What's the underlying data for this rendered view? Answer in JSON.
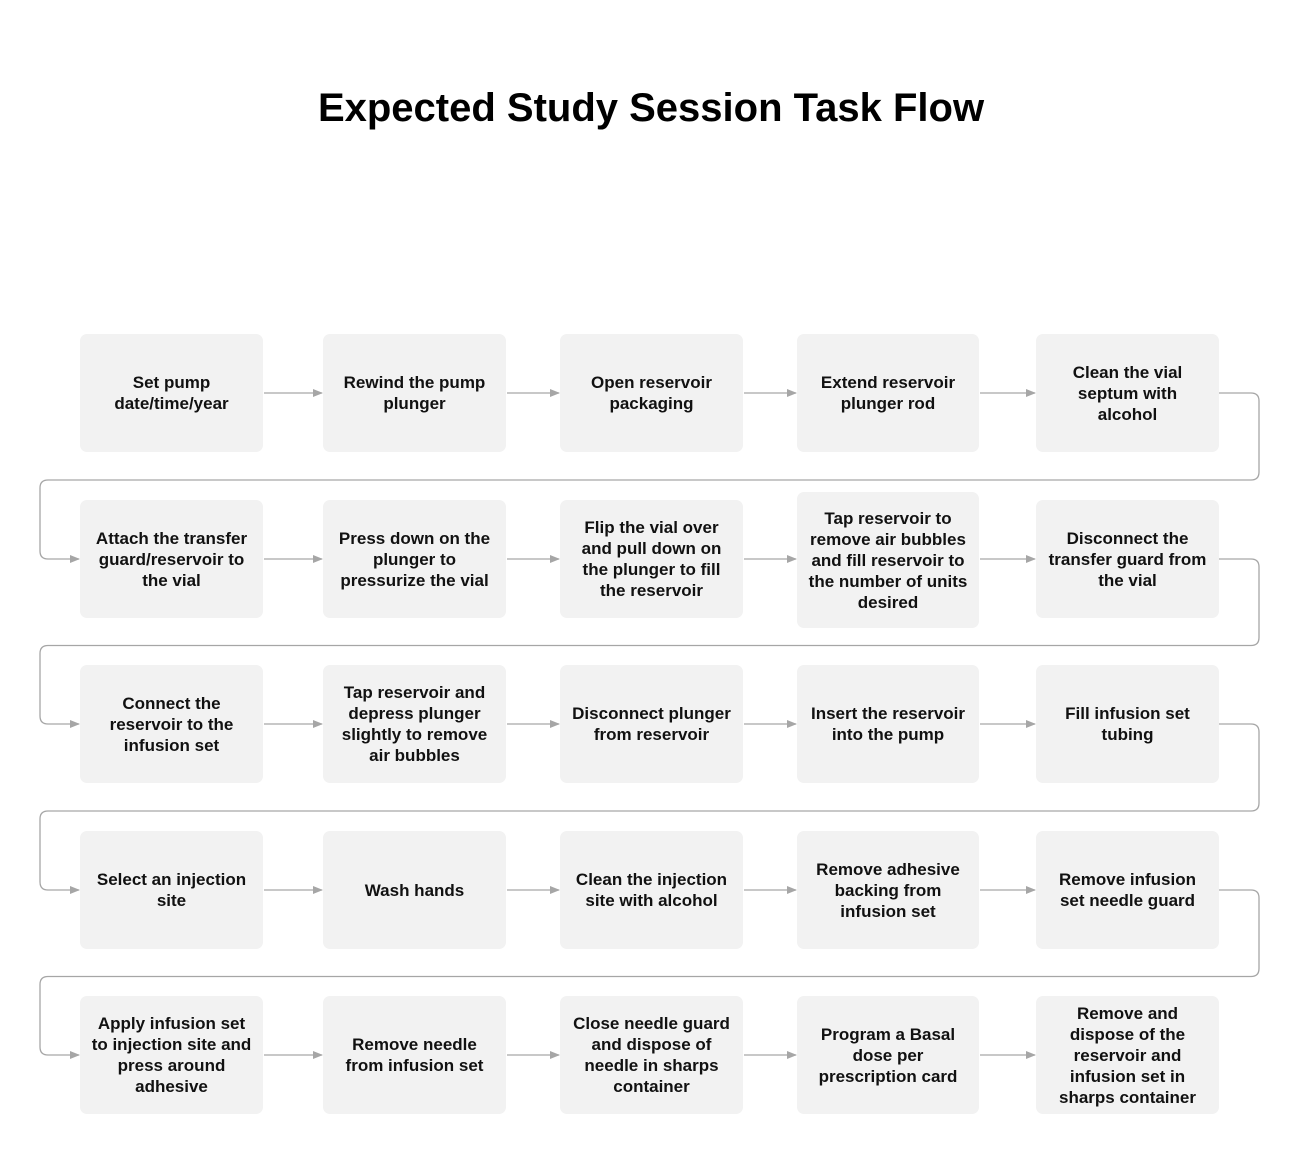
{
  "title": "Expected Study Session Task Flow",
  "rows": [
    {
      "steps": [
        {
          "label": "Set pump date/time/year"
        },
        {
          "label": "Rewind the pump plunger"
        },
        {
          "label": "Open reservoir packaging"
        },
        {
          "label": "Extend reservoir plunger rod"
        },
        {
          "label": "Clean the vial septum with alcohol"
        }
      ]
    },
    {
      "steps": [
        {
          "label": "Attach the transfer guard/reservoir to the vial"
        },
        {
          "label": "Press down on the plunger to pressurize the vial"
        },
        {
          "label": "Flip the vial over and pull down on the plunger to fill the reservoir"
        },
        {
          "label": "Tap reservoir to remove air bubbles and fill reservoir to the number of units desired"
        },
        {
          "label": "Disconnect the transfer guard from the vial"
        }
      ]
    },
    {
      "steps": [
        {
          "label": "Connect the reservoir to the infusion set"
        },
        {
          "label": "Tap reservoir and depress plunger slightly to remove air bubbles"
        },
        {
          "label": "Disconnect plunger from reservoir"
        },
        {
          "label": "Insert the reservoir into the pump"
        },
        {
          "label": "Fill infusion set tubing"
        }
      ]
    },
    {
      "steps": [
        {
          "label": "Select an injection site"
        },
        {
          "label": "Wash hands"
        },
        {
          "label": "Clean the injection site with alcohol"
        },
        {
          "label": "Remove adhesive backing from infusion set"
        },
        {
          "label": "Remove infusion set needle guard"
        }
      ]
    },
    {
      "steps": [
        {
          "label": "Apply infusion set to injection site and press around adhesive"
        },
        {
          "label": "Remove needle from infusion set"
        },
        {
          "label": "Close needle guard and dispose of needle in sharps container"
        },
        {
          "label": "Program a Basal dose per prescription card"
        },
        {
          "label": "Remove and dispose of the reservoir and infusion set in sharps container"
        }
      ]
    }
  ],
  "colors": {
    "box_fill": "#f2f2f2",
    "connector": "#a6a6a6",
    "text": "#111111"
  }
}
